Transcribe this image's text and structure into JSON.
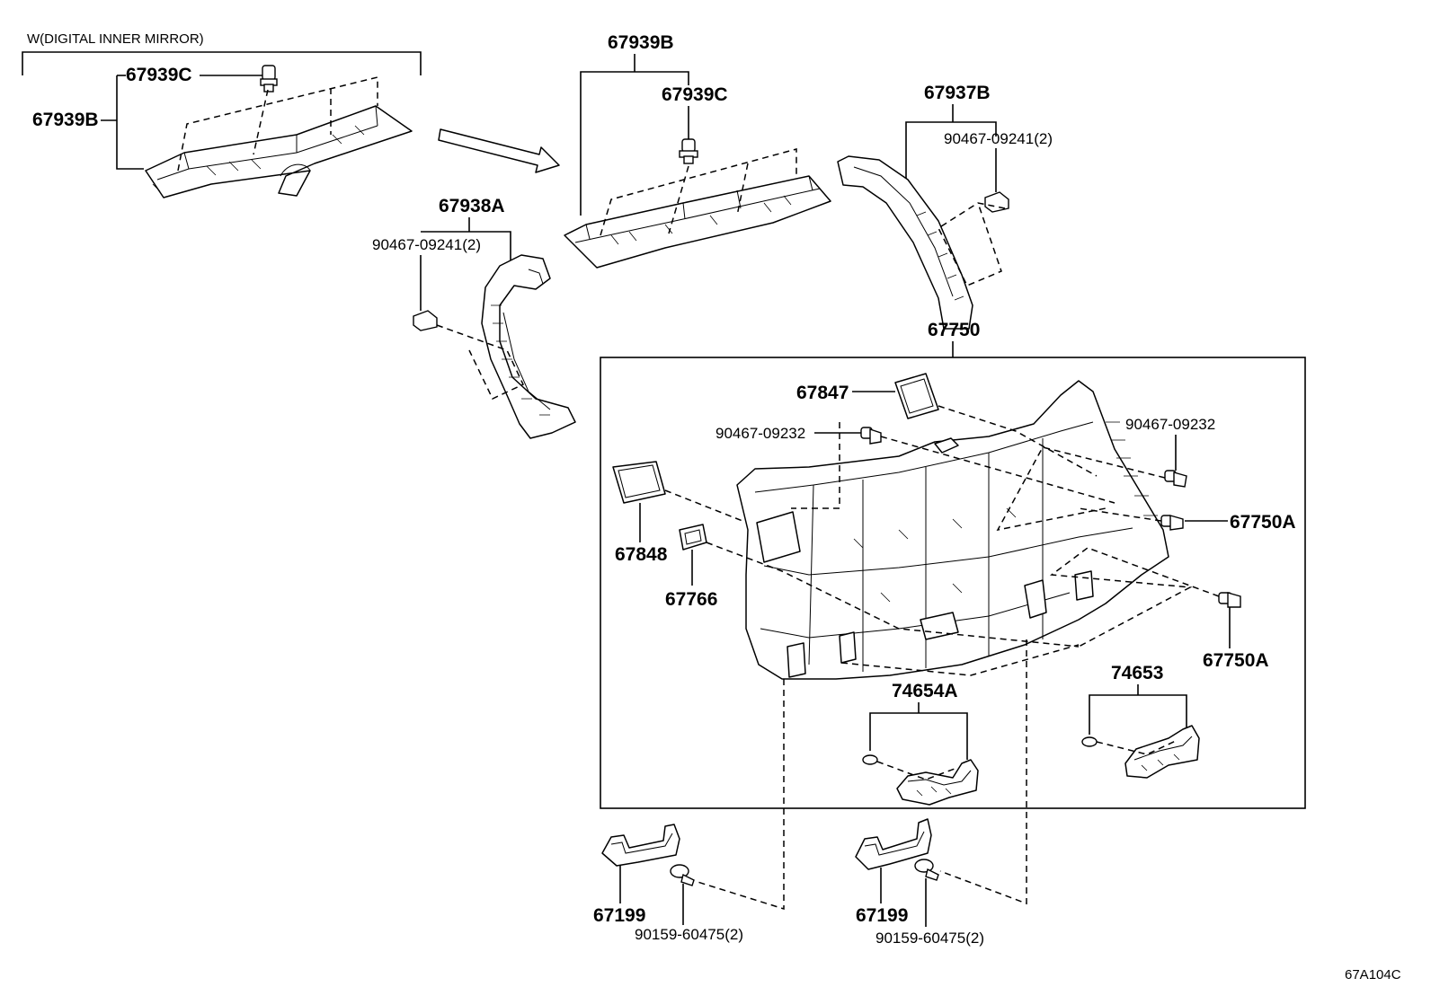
{
  "diagram": {
    "variant_note": "W(DIGITAL INNER MIRROR)",
    "figure_code": "67A104C",
    "labels": {
      "p67939B_a": "67939B",
      "p67939C_a": "67939C",
      "p67939B_b": "67939B",
      "p67939C_b": "67939C",
      "p67937B": "67937B",
      "p90467_09241_a": "90467-09241(2)",
      "p67938A": "67938A",
      "p90467_09241_b": "90467-09241(2)",
      "p67750": "67750",
      "p67847": "67847",
      "p90467_09232_a": "90467-09232",
      "p90467_09232_b": "90467-09232",
      "p67750A_a": "67750A",
      "p67848": "67848",
      "p67766": "67766",
      "p67750A_b": "67750A",
      "p74654A": "74654A",
      "p74653": "74653",
      "p67199_a": "67199",
      "p90159_60475_a": "90159-60475(2)",
      "p67199_b": "67199",
      "p90159_60475_b": "90159-60475(2)"
    }
  }
}
